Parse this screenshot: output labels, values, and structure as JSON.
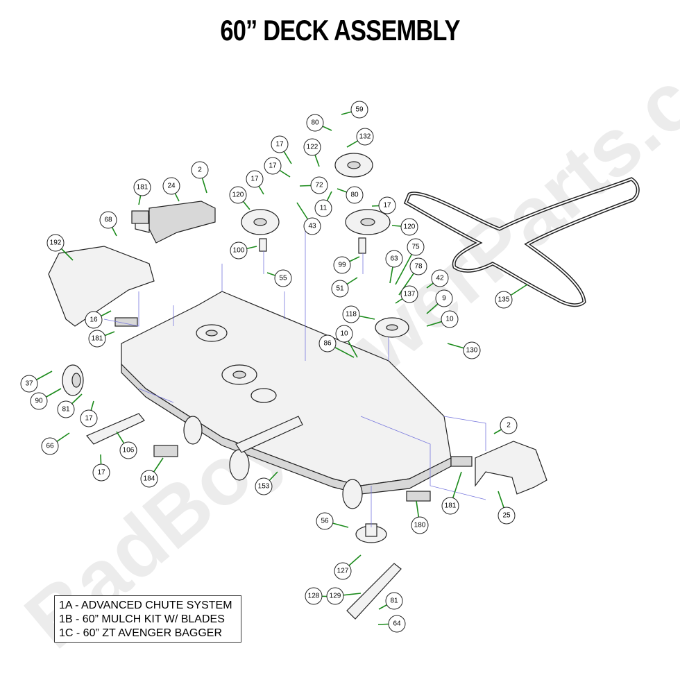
{
  "title": "60” DECK ASSEMBLY",
  "watermark": "BadBoyMowerParts.com",
  "legend": [
    "1A - ADVANCED CHUTE SYSTEM",
    "1B - 60” MULCH KIT W/ BLADES",
    "1C - 60” ZT AVENGER BAGGER"
  ],
  "colors": {
    "leader": "#1a8a1a",
    "ghost_line": "#7777dd",
    "outline": "#222222"
  },
  "callouts": [
    "59",
    "80",
    "132",
    "122",
    "17",
    "17",
    "72",
    "80",
    "11",
    "43",
    "17",
    "2",
    "24",
    "181",
    "120",
    "17",
    "120",
    "100",
    "55",
    "99",
    "51",
    "68",
    "192",
    "63",
    "75",
    "78",
    "137",
    "42",
    "9",
    "10",
    "118",
    "16",
    "181",
    "86",
    "10",
    "130",
    "37",
    "90",
    "81",
    "17",
    "66",
    "106",
    "17",
    "184",
    "153",
    "2",
    "181",
    "25",
    "180",
    "56",
    "127",
    "128",
    "129",
    "81",
    "64",
    "135"
  ]
}
